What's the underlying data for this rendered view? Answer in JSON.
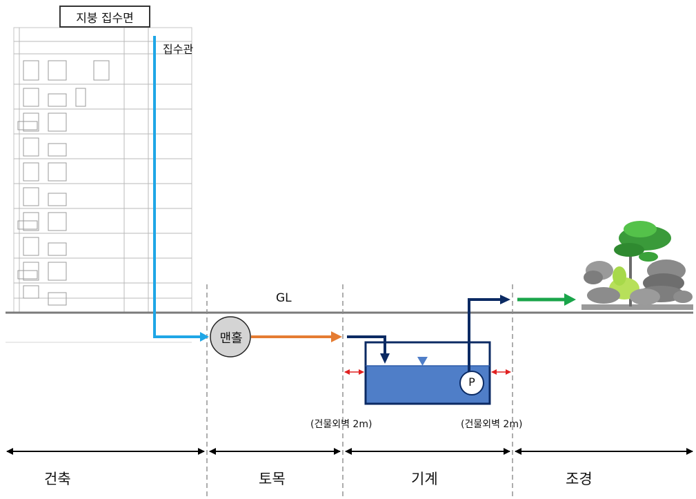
{
  "roof_label": "지붕 집수면",
  "pipe_label": "집수관",
  "ground_label": "GL",
  "manhole_label": "맨홀",
  "pump_label": "P",
  "wall_distance_labels": [
    "(건물외벽 2m)",
    "(건물외벽 2m)"
  ],
  "zones": [
    "건축",
    "토목",
    "기계",
    "조경"
  ],
  "colors": {
    "collection_pipe": "#1fa6e6",
    "manhole_outflow": "#e57c32",
    "tank_pipe": "#0b2a63",
    "irrigation_arrow": "#1aa54a",
    "tank_water": "#4f7ec8",
    "tank_border": "#0b2a63",
    "clearance_arrow": "#e02020",
    "ground_line": "#7a7a7a",
    "zone_divider": "#8a8a8a"
  }
}
